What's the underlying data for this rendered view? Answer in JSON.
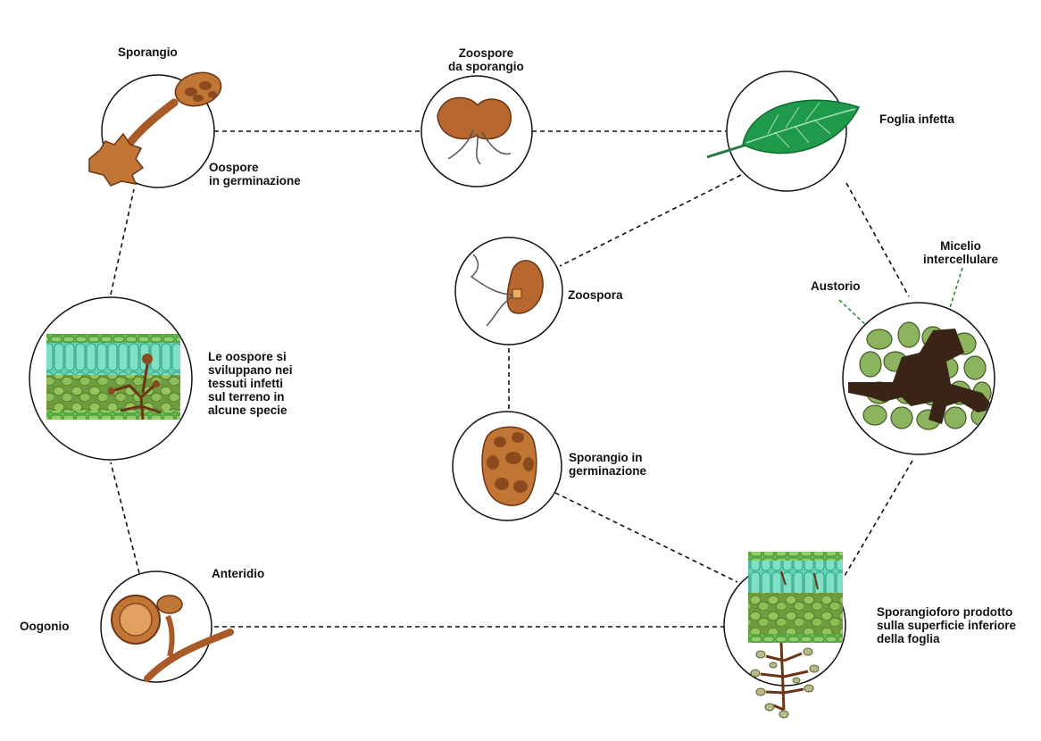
{
  "colors": {
    "line": "#111111",
    "pointer": "#2e8b3a",
    "spore_brown": "#b8682f",
    "spore_dark": "#6b3415",
    "leaf_green": "#1f9a4a",
    "palisade": "#5fd3b0",
    "mesophyll": "#8fc25a",
    "hypha": "#3a2416"
  },
  "labels": {
    "sporangio": "Sporangio",
    "oospore_germ": "Oospore\nin germinazione",
    "zoospore_sporangio": "Zoospore\nda sporangio",
    "foglia_infetta": "Foglia infetta",
    "zoospora": "Zoospora",
    "austorio": "Austorio",
    "micelio": "Micelio\nintercellulare",
    "oospore_sviluppo": "Le oospore si\nsviluppano nei\ntessuti infetti\nsul terreno in\nalcune specie",
    "sporangio_germ": "Sporangio in\ngerminazione",
    "anteridio": "Anteridio",
    "oogonio": "Oogonio",
    "sporangioforo": "Sporangioforo prodotto\nsulla superficie inferiore\ndella foglia"
  }
}
